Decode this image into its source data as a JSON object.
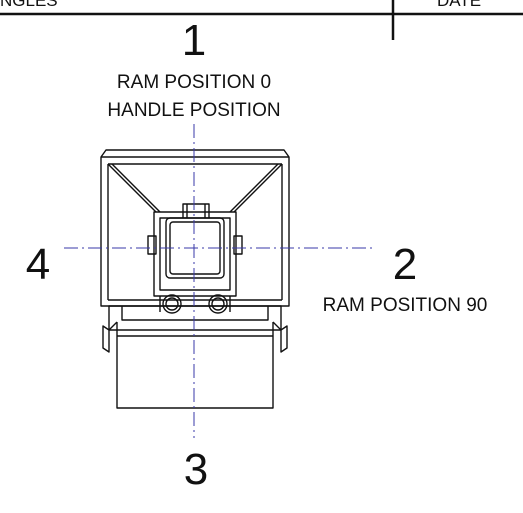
{
  "title_block": {
    "left_cell_text": "NGLES",
    "right_cell_text": "DATE"
  },
  "positions": {
    "top": {
      "number": "1",
      "line1": "RAM POSITION 0",
      "line2": "HANDLE POSITION"
    },
    "right": {
      "number": "2",
      "label": "RAM POSITION 90"
    },
    "bottom": {
      "number": "3"
    },
    "left": {
      "number": "4"
    }
  },
  "colors": {
    "line": "#111111",
    "centerline": "#3a3aa8",
    "background": "#ffffff"
  }
}
